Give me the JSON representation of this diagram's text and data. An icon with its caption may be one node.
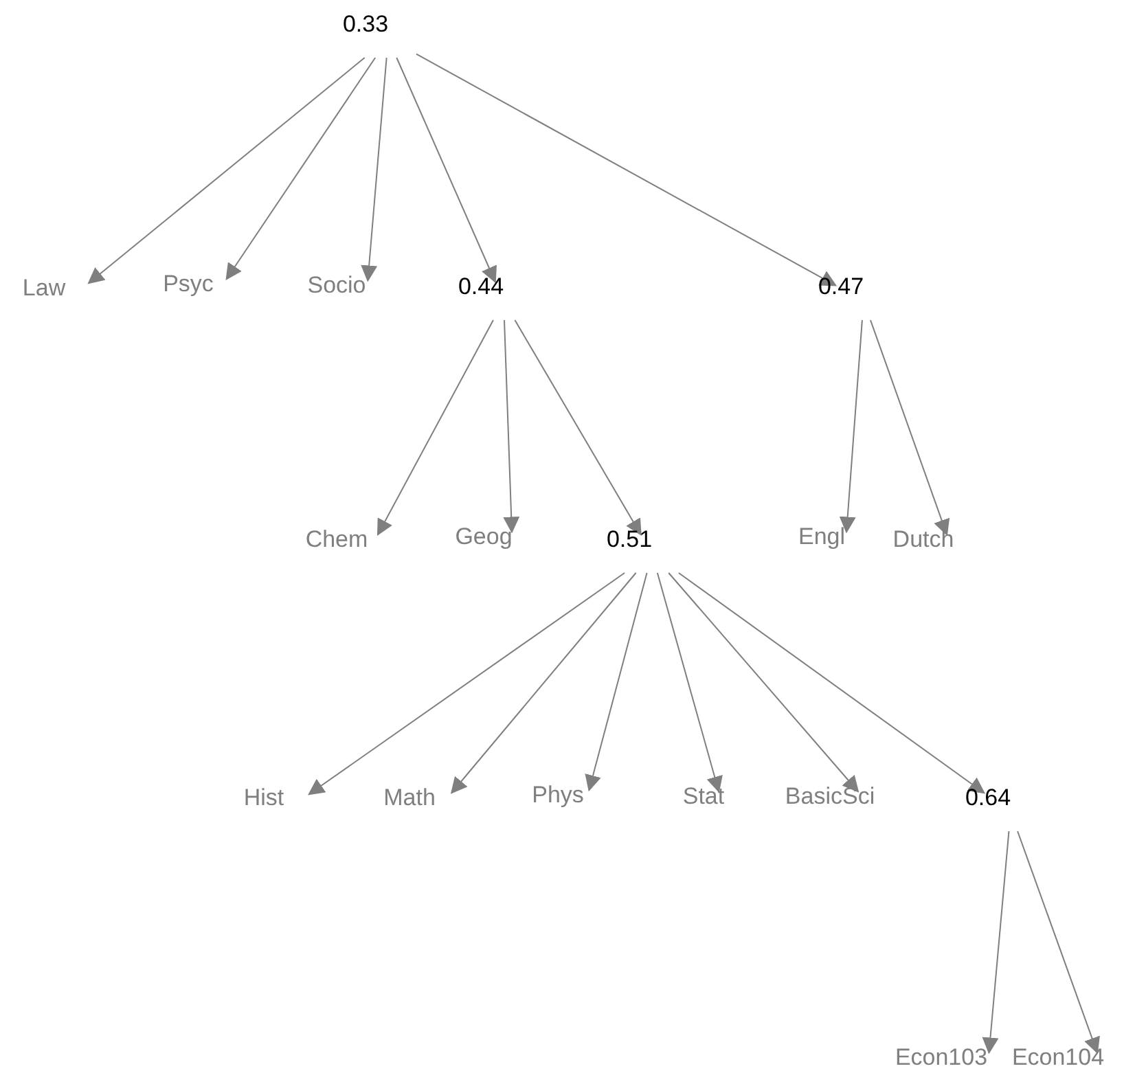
{
  "diagram": {
    "nodes": [
      {
        "text": [
          "0.33"
        ]
      },
      {
        "text": [
          "Law"
        ]
      },
      {
        "text": [
          "Psyc"
        ]
      },
      {
        "text": [
          "Socio"
        ]
      },
      {
        "text": [
          "0.44"
        ]
      },
      {
        "text": [
          "0.47"
        ]
      },
      {
        "text": [
          "Chem"
        ]
      },
      {
        "text": [
          "Geog"
        ]
      },
      {
        "text": [
          "0.51"
        ]
      },
      {
        "text": [
          "Engl"
        ]
      },
      {
        "text": [
          "Dutch"
        ]
      },
      {
        "text": [
          "Hist"
        ]
      },
      {
        "text": [
          "Math"
        ]
      },
      {
        "text": [
          "Phys"
        ]
      },
      {
        "text": [
          "Stat"
        ]
      },
      {
        "text": [
          "BasicSci"
        ]
      },
      {
        "text": [
          "0.64"
        ]
      },
      {
        "text": [
          "Econ103"
        ]
      },
      {
        "text": [
          "Econ104"
        ]
      }
    ],
    "edges": [
      {
        "from": 0,
        "to": 1,
        "arrow": "to"
      },
      {
        "from": 0,
        "to": 2,
        "arrow": "to"
      },
      {
        "from": 0,
        "to": 3,
        "arrow": "to"
      },
      {
        "from": 0,
        "to": 4,
        "arrow": "to"
      },
      {
        "from": 0,
        "to": 5,
        "arrow": "to"
      },
      {
        "from": 4,
        "to": 6,
        "arrow": "to"
      },
      {
        "from": 4,
        "to": 7,
        "arrow": "to"
      },
      {
        "from": 4,
        "to": 8,
        "arrow": "to"
      },
      {
        "from": 5,
        "to": 9,
        "arrow": "to"
      },
      {
        "from": 5,
        "to": 10,
        "arrow": "to"
      },
      {
        "from": 8,
        "to": 11,
        "arrow": "to"
      },
      {
        "from": 8,
        "to": 12,
        "arrow": "to"
      },
      {
        "from": 8,
        "to": 13,
        "arrow": "to"
      },
      {
        "from": 8,
        "to": 14,
        "arrow": "to"
      },
      {
        "from": 8,
        "to": 15,
        "arrow": "to"
      },
      {
        "from": 8,
        "to": 16,
        "arrow": "to"
      },
      {
        "from": 16,
        "to": 17,
        "arrow": "to"
      },
      {
        "from": 16,
        "to": 18,
        "arrow": "to"
      }
    ]
  }
}
